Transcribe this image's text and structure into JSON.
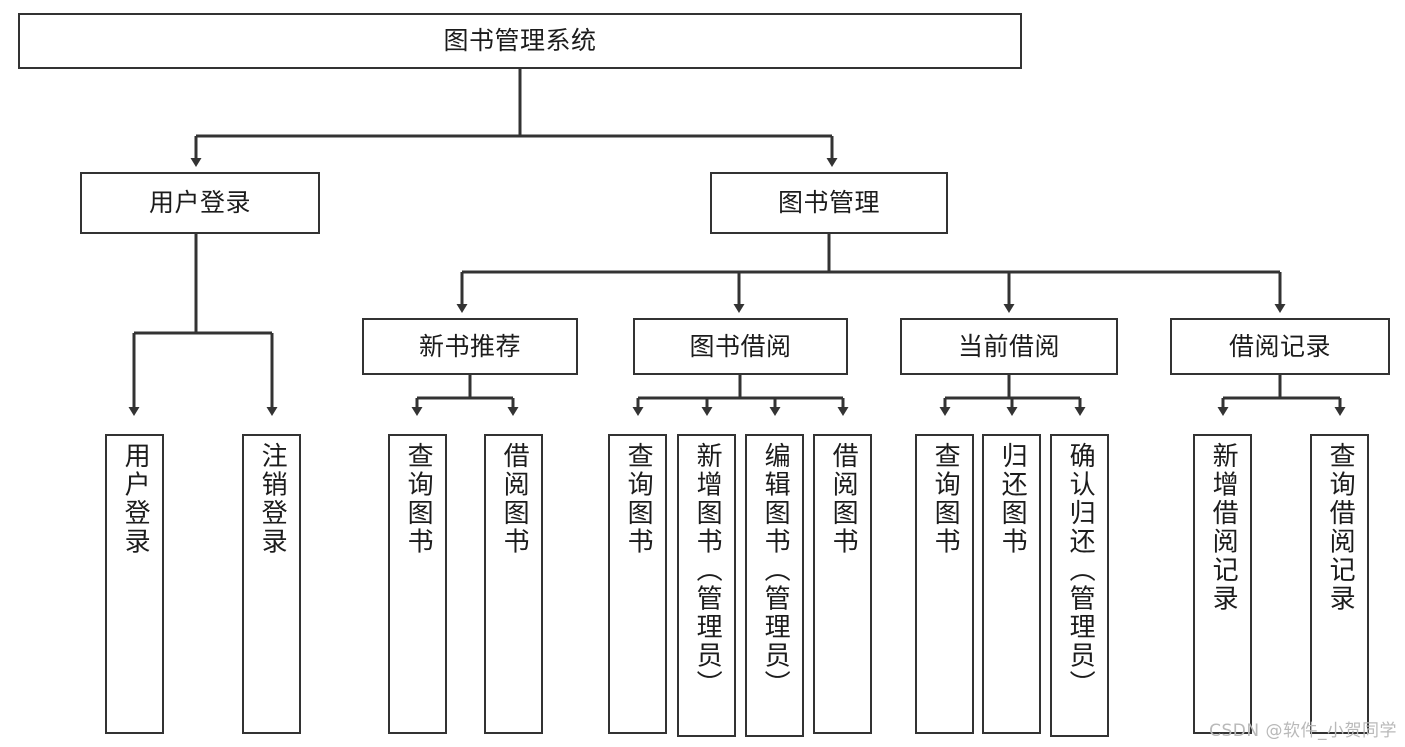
{
  "diagram": {
    "title": "图书管理系统",
    "type": "tree-hierarchy-chart",
    "root": {
      "label": "图书管理系统"
    },
    "level1": [
      {
        "label": "用户登录"
      },
      {
        "label": "图书管理"
      }
    ],
    "level2": [
      {
        "label": "新书推荐"
      },
      {
        "label": "图书借阅"
      },
      {
        "label": "当前借阅"
      },
      {
        "label": "借阅记录"
      }
    ],
    "leaves": {
      "user_login": [
        {
          "label": "用户登录"
        },
        {
          "label": "注销登录"
        }
      ],
      "new_book_recommend": [
        {
          "label": "查询图书"
        },
        {
          "label": "借阅图书"
        }
      ],
      "book_borrow": [
        {
          "label": "查询图书"
        },
        {
          "label": "新增图书（管理员）"
        },
        {
          "label": "编辑图书（管理员）"
        },
        {
          "label": "借阅图书"
        }
      ],
      "current_borrow": [
        {
          "label": "查询图书"
        },
        {
          "label": "归还图书"
        },
        {
          "label": "确认归还（管理员）"
        }
      ],
      "borrow_record": [
        {
          "label": "新增借阅记录"
        },
        {
          "label": "查询借阅记录"
        }
      ]
    }
  },
  "watermark": {
    "text": "CSDN @软件_小贺同学"
  },
  "colors": {
    "stroke": "#333333",
    "fill": "#ffffff",
    "text": "#1c1c1c",
    "watermark": "#b9b9b9"
  }
}
